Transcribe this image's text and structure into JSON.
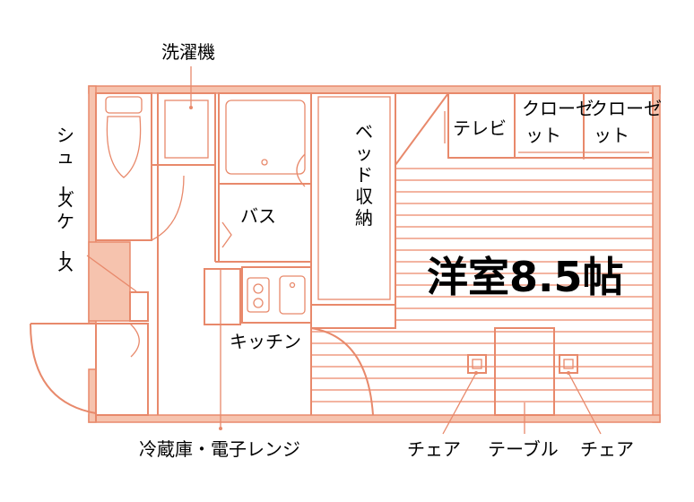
{
  "labels": {
    "washer": "洗濯機",
    "shoe_case": "シューズケース",
    "bath": "バス",
    "bed_storage": "ベッド収納",
    "tv": "テレビ",
    "closet1": "クローゼット",
    "closet2": "クローゼット",
    "room": "洋室8.5帖",
    "kitchen": "キッチン",
    "fridge_range": "冷蔵庫・電子レンジ",
    "chair_left": "チェア",
    "table": "テーブル",
    "chair_right": "チェア"
  },
  "colors": {
    "line": "#e8896b",
    "floor_stripe": "#ef9c82",
    "shoe_case_fill": "#f6c3ae",
    "background": "#ffffff",
    "text": "#000000"
  }
}
